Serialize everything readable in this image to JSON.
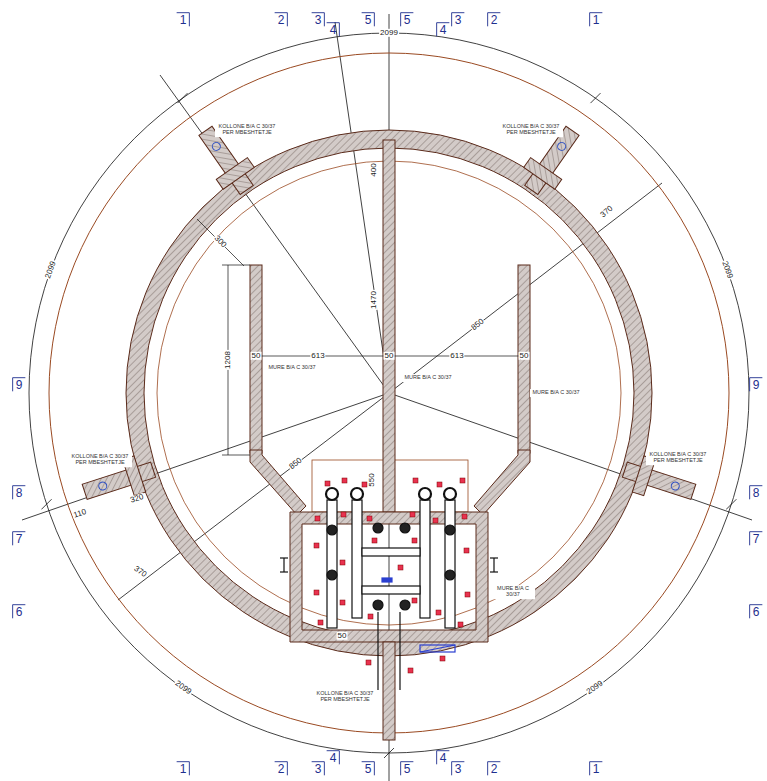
{
  "diagram": {
    "labels": [
      "1",
      "2",
      "3",
      "4",
      "5",
      "5",
      "4",
      "3",
      "2",
      "1",
      "1",
      "2",
      "3",
      "4",
      "5",
      "5",
      "4",
      "3",
      "2",
      "1",
      "9",
      "8",
      "7",
      "6",
      "9",
      "8",
      "7",
      "6",
      "2099",
      "2099",
      "2099",
      "2099",
      "2099",
      "370",
      "320",
      "110",
      "370",
      "850",
      "850",
      "613",
      "613",
      "50",
      "50",
      "50",
      "1208",
      "1470",
      "400",
      "550",
      "300",
      "50",
      "KOLLONE B/A C 30/37 PER MBESHTETJE",
      "KOLLONE B/A C 30/37 PER MBESHTETJE",
      "KOLLONE B/A C 30/37 PER MBESHTETJE",
      "KOLLONE B/A C 30/37 PER MBESHTETJE",
      "KOLLONE B/A C 30/37 PER MBESHTETJE",
      "MURE B/A C 30/37",
      "MURE B/A C 30/37",
      "MURE B/A C 30/37",
      "MURE B/A C 30/37"
    ]
  }
}
